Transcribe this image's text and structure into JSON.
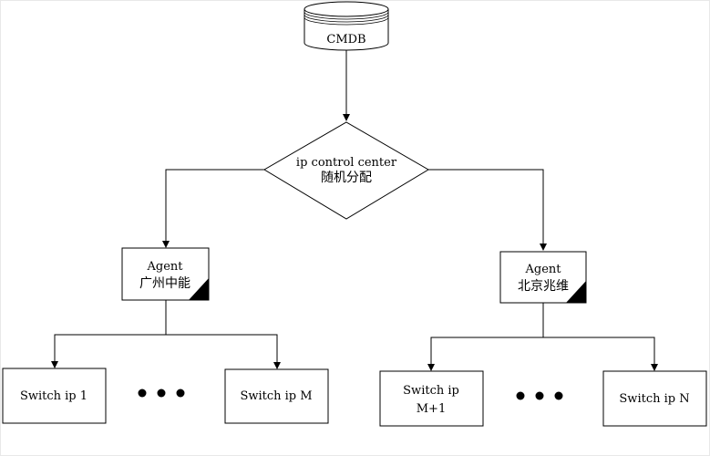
{
  "colors": {
    "stroke": "#000000",
    "fill": "#ffffff",
    "border": "#e8e8e8"
  },
  "database": {
    "label": "CMDB"
  },
  "center": {
    "line1": "ip control center",
    "line2": "随机分配"
  },
  "agents": [
    {
      "line1": "Agent",
      "line2": "广州中能"
    },
    {
      "line1": "Agent",
      "line2": "北京兆维"
    }
  ],
  "switches": [
    {
      "line1": "Switch ip 1",
      "line2": ""
    },
    {
      "line1": "Switch ip M",
      "line2": ""
    },
    {
      "line1": "Switch ip",
      "line2": "M+1"
    },
    {
      "line1": "Switch ip N",
      "line2": ""
    }
  ]
}
